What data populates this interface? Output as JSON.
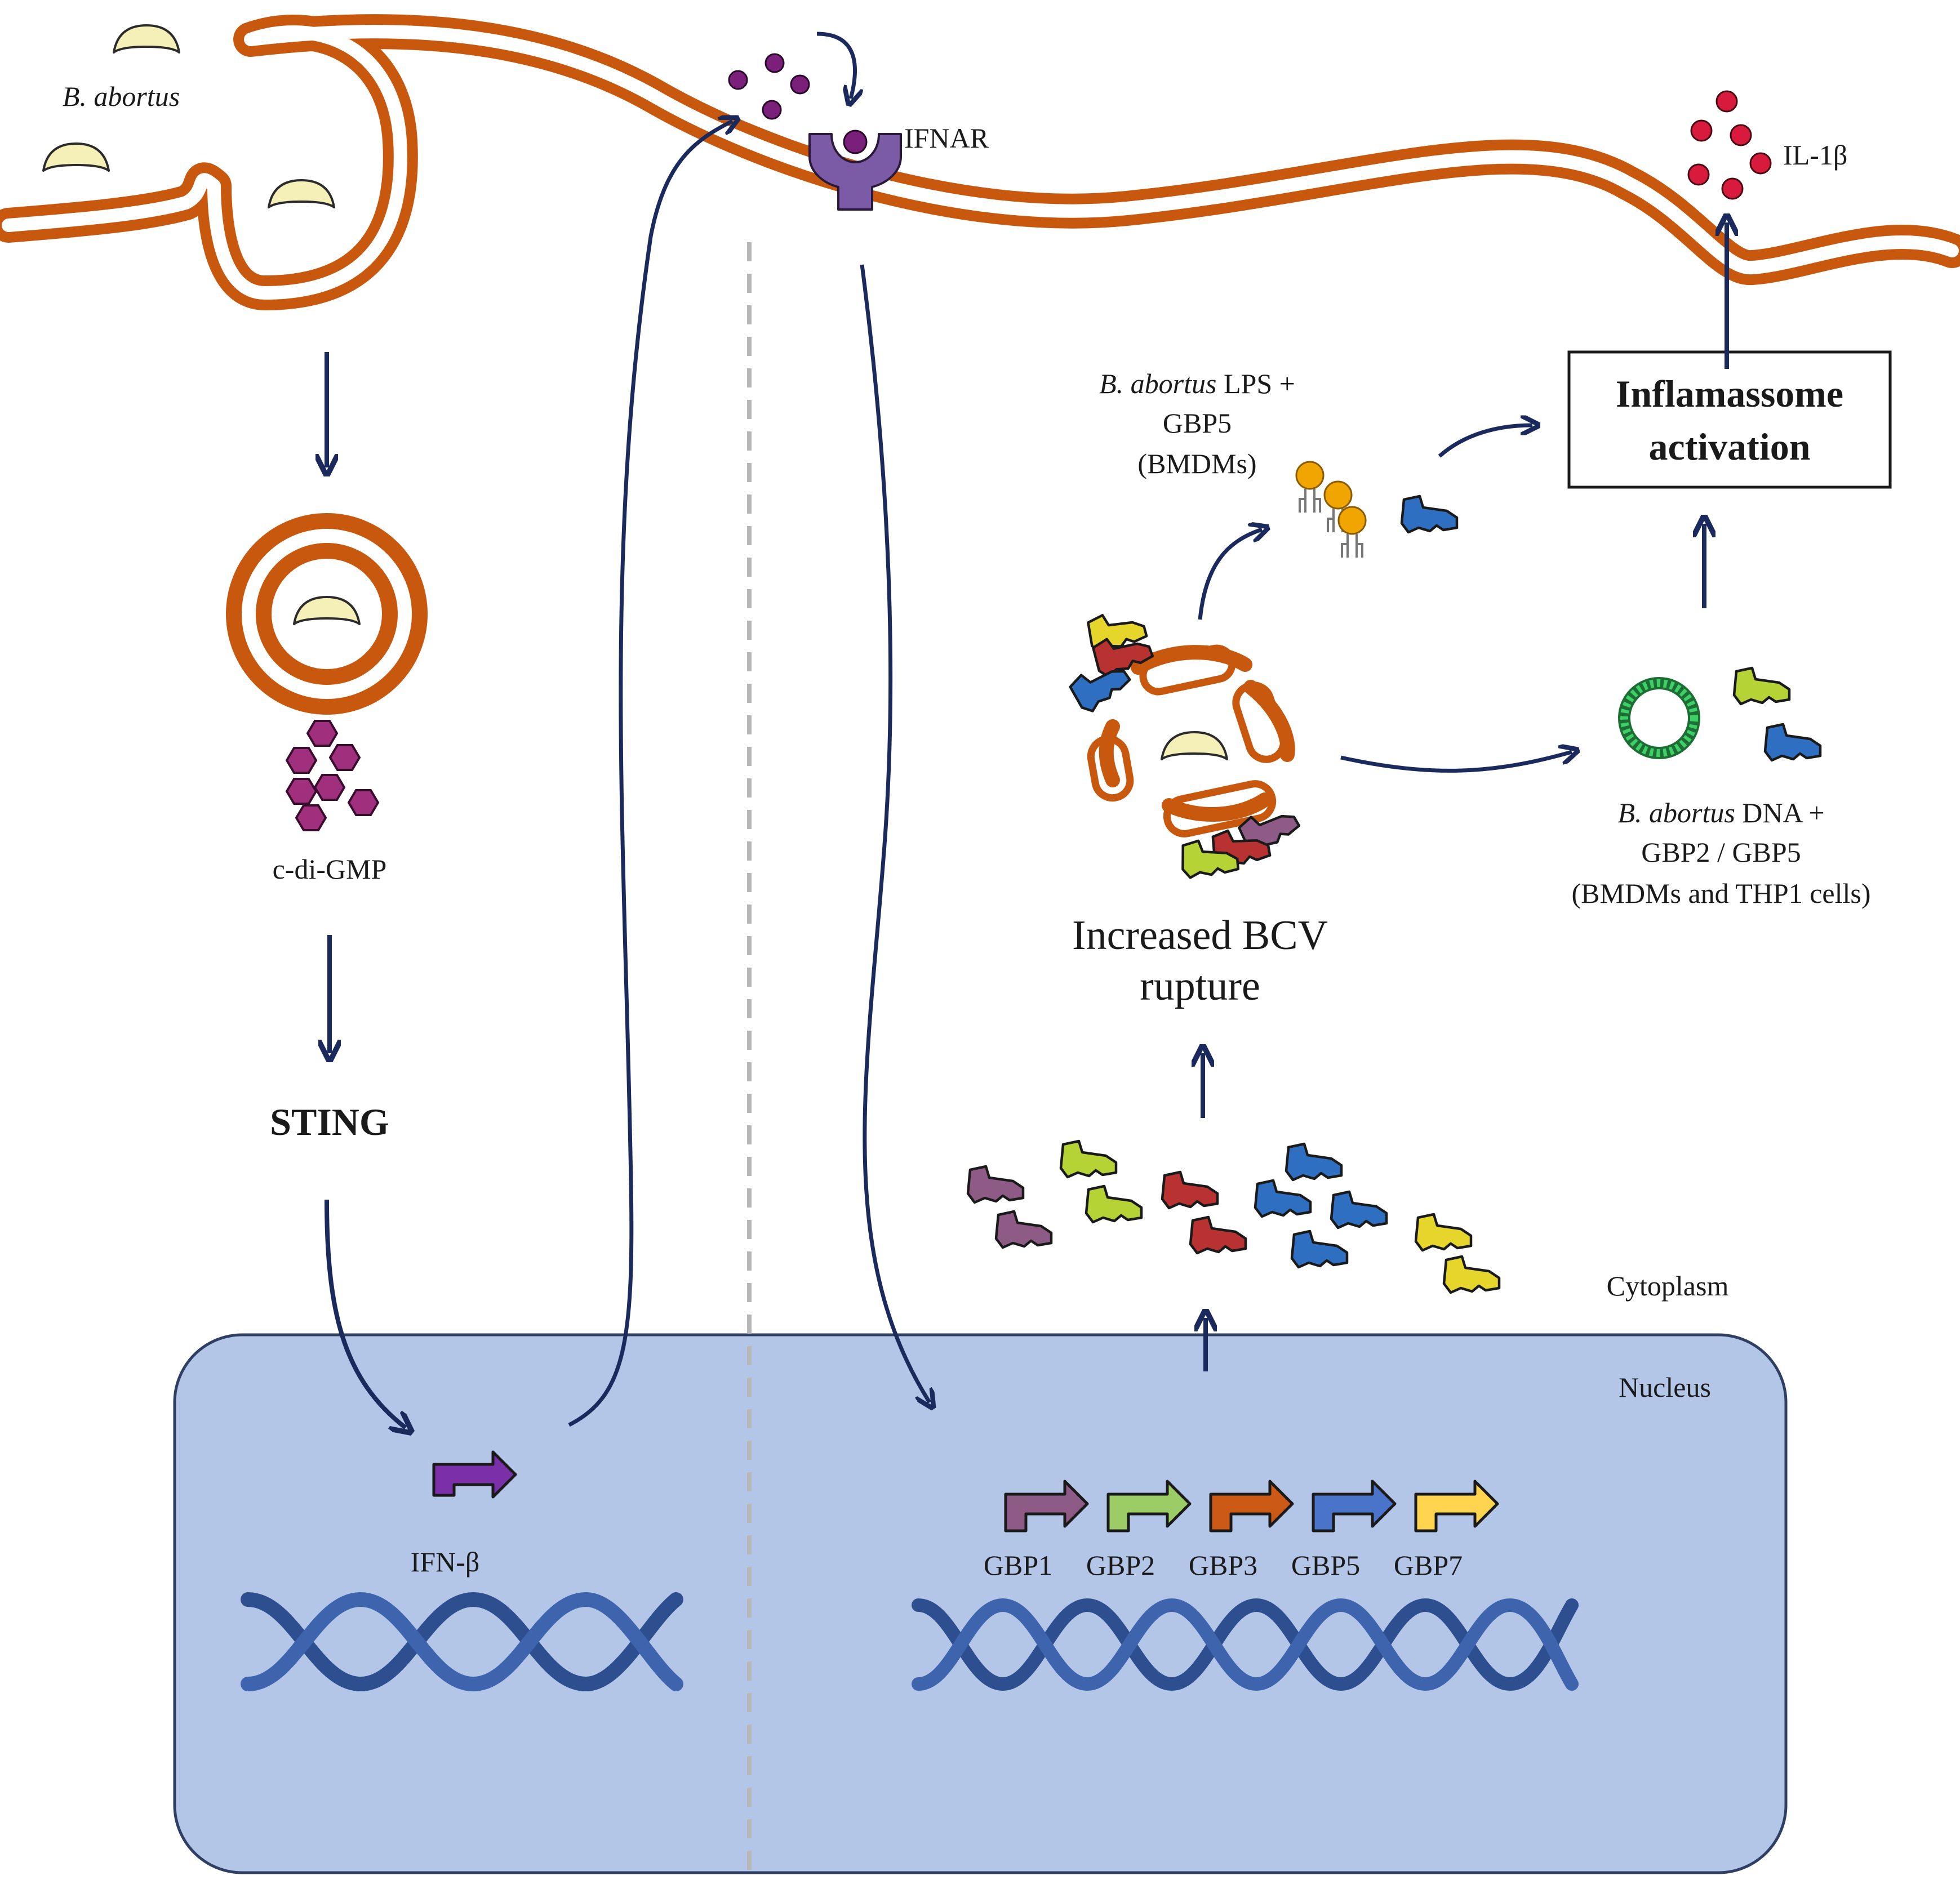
{
  "labels": {
    "bacterium": "B. abortus",
    "c_di_gmp": "c-di-GMP",
    "sting": "STING",
    "ifnar": "IFNAR",
    "il1b": "IL-1β",
    "ifn_beta": "IFN-β",
    "nucleus": "Nucleus",
    "cytoplasm": "Cytoplasm",
    "bcv_line1": "Increased BCV",
    "bcv_line2": "rupture",
    "lps_line1_italic": "B. abortus",
    "lps_line1_rest": " LPS +",
    "lps_line2": "GBP5",
    "lps_line3": "(BMDMs)",
    "dna_line1_italic": "B. abortus",
    "dna_line1_rest": " DNA +",
    "dna_line2": "GBP2 / GBP5",
    "dna_line3": "(BMDMs and THP1 cells)",
    "inflammasome_line1": "Inflamassome",
    "inflammasome_line2": "activation"
  },
  "genes": [
    {
      "name": "GBP1",
      "color": "#8e5a86"
    },
    {
      "name": "GBP2",
      "color": "#9ccc65"
    },
    {
      "name": "GBP3",
      "color": "#cc5a16"
    },
    {
      "name": "GBP5",
      "color": "#4a74c9"
    },
    {
      "name": "GBP7",
      "color": "#ffd54f"
    }
  ],
  "colors": {
    "membrane": "#c9580f",
    "nucleus_fill": "#b3c6e7",
    "nucleus_stroke": "#2e3f63",
    "arrow": "#1b2a5c",
    "ifn_beta": "#7b2fa8",
    "bacterium": "#f5f0b8",
    "c_di_gmp": "#a0307d",
    "il1b": "#d81b3c",
    "ifn_particle": "#7a1f7a",
    "ifnar": "#7b5aa6",
    "lps": "#f0a500",
    "dna_ring": "#2ba14a"
  }
}
